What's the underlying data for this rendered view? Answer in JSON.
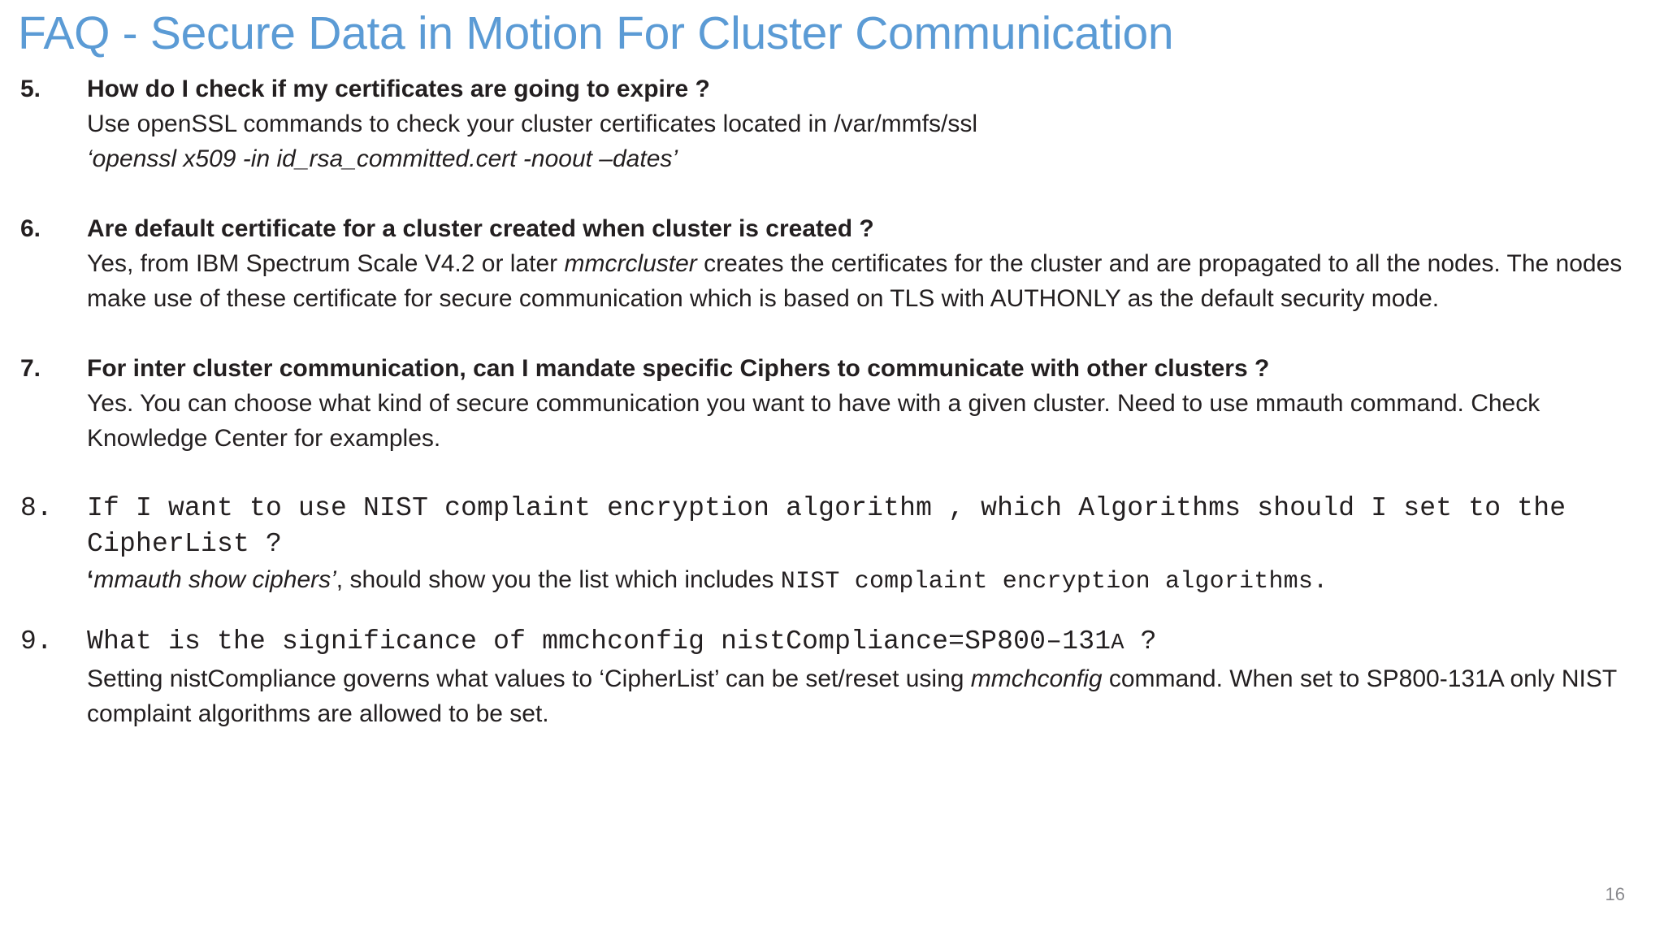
{
  "slide": {
    "title": "FAQ - Secure Data in Motion For Cluster Communication",
    "title_color": "#5b9bd5",
    "page_number": "16",
    "body_color": "#231f20"
  },
  "faq": [
    {
      "number": "5.",
      "question": "How do I check if my certificates are going to expire ?",
      "answer_line_1": "Use openSSL commands to check your cluster certificates located in /var/mmfs/ssl",
      "answer_line_2": "‘openssl x509 -in id_rsa_committed.cert -noout –dates’"
    },
    {
      "number": "6.",
      "question": " Are default certificate for a cluster created when cluster is created ?",
      "answer_a": "Yes, from IBM Spectrum Scale V4.2 or later ",
      "answer_b_italic": "mmcrcluster",
      "answer_c": " creates the certificates for the cluster and are propagated to all the nodes. The nodes make use of these certificate for secure communication which is based on TLS with AUTHONLY as the default security mode."
    },
    {
      "number": "7.",
      "question": " For inter cluster communication, can I mandate specific Ciphers  to communicate with other clusters ?",
      "answer": "Yes. You can choose what kind of secure communication you want to have with a given cluster. Need to use mmauth command. Check Knowledge Center for examples."
    },
    {
      "number": "8.",
      "question": "If I want to use NIST complaint encryption algorithm , which Algorithms should I set to the CipherList ?",
      "answer_a": "‘",
      "answer_b_italic": "mmauth show ciphers’",
      "answer_c": ", should show you the list which includes ",
      "answer_d_mono": "NIST complaint encryption algorithms."
    },
    {
      "number": "9.",
      "question_mono_1": " What is the significance of mmchconfig nistCompliance=SP800–131",
      "question_mono_a": "A",
      "question_mono_2": "  ?",
      "answer_a": "Setting nistCompliance governs what values to ‘CipherList’ can be set/reset using ",
      "answer_b_italic": "mmchconfig",
      "answer_c": " command. When set to SP800-131A only NIST complaint algorithms are allowed to be set."
    }
  ]
}
